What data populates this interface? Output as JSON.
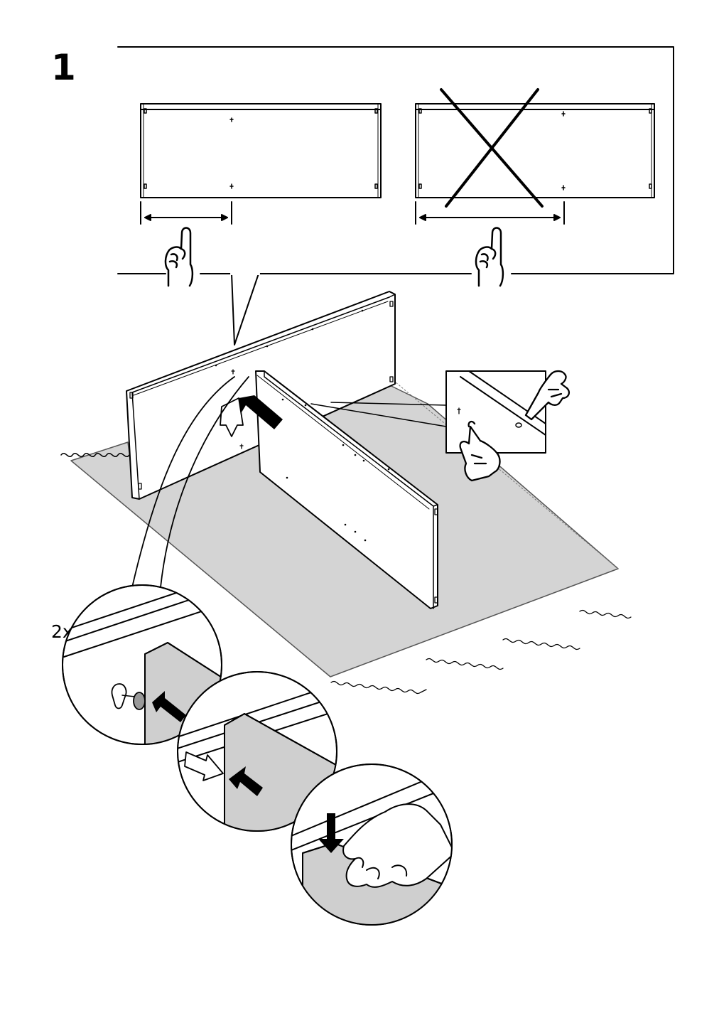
{
  "step": {
    "number": "1"
  },
  "detail": {
    "quantity": "2x"
  },
  "colors": {
    "line": "#000000",
    "rug": "#d4d4d4",
    "panel_fill": "#ffffff",
    "detail_fill": "#cfcfcf"
  },
  "icons": [
    "panel-orientation-correct",
    "panel-orientation-wrong",
    "cross-out-icon",
    "pointing-hand-icon",
    "push-arrow-icon",
    "rug-icon",
    "zoom-callout-circle"
  ]
}
